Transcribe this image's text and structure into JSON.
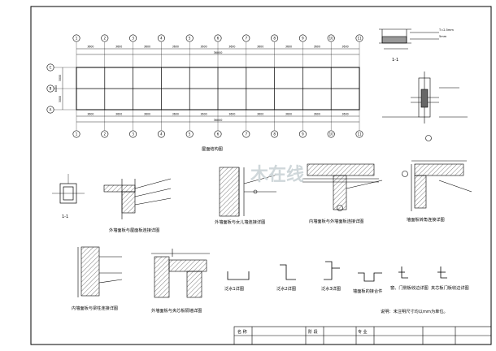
{
  "plan": {
    "axes_top": [
      "1",
      "2",
      "3",
      "4",
      "5",
      "6",
      "7",
      "8",
      "9",
      "10",
      "11"
    ],
    "axes_side": [
      "C",
      "B",
      "A"
    ],
    "bay_dims": [
      "3600",
      "3600",
      "3600",
      "3600",
      "3600",
      "3600",
      "3600",
      "3600",
      "3600",
      "3600"
    ],
    "total_dim": "36000",
    "side_dims": [
      "3000",
      "3000"
    ],
    "side_total": "6000",
    "caption": "屋面结构图"
  },
  "section_11": {
    "label": "1-1",
    "note1": "T=2.5mm",
    "note2": "5mm"
  },
  "details": {
    "d1": "外墙面板与屋面板连接详图",
    "d2": "外墙面板与女儿墙连接详图",
    "d3": "内墙面板与外墙面板连接详图",
    "d4": "墙面板转角连接详图",
    "d5": "内墙面板与梁柱连接详图",
    "d6": "外墙面板与夹芯板隔墙详图",
    "f1": "泛水1详图",
    "f2": "泛水2详图",
    "f3": "泛水3详图",
    "f4": "墙面板的接合件",
    "f5": "窗、门侧板收边详图",
    "f6": "夹芯板门板收边详图",
    "sec1": "1-1"
  },
  "remark": "说明：未注明尺寸均以mm为单位。",
  "title_block": {
    "name_label": "名 称",
    "stage_label": "阶 段",
    "major_label": "专 业"
  },
  "watermark": "木在线"
}
